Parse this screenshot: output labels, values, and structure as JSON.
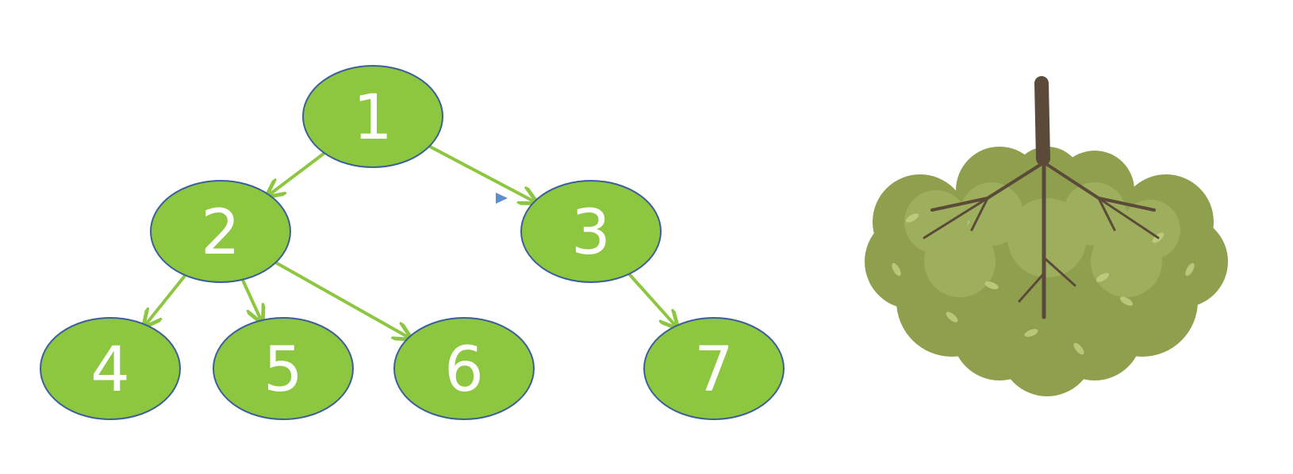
{
  "tree": {
    "nodes": [
      {
        "id": "1",
        "label": "1"
      },
      {
        "id": "2",
        "label": "2"
      },
      {
        "id": "3",
        "label": "3"
      },
      {
        "id": "4",
        "label": "4"
      },
      {
        "id": "5",
        "label": "5"
      },
      {
        "id": "6",
        "label": "6"
      },
      {
        "id": "7",
        "label": "7"
      }
    ],
    "edges": [
      {
        "from": "1",
        "to": "2"
      },
      {
        "from": "1",
        "to": "3"
      },
      {
        "from": "2",
        "to": "4"
      },
      {
        "from": "2",
        "to": "5"
      },
      {
        "from": "2",
        "to": "6"
      },
      {
        "from": "3",
        "to": "7"
      }
    ],
    "colors": {
      "node_fill": "#8dc63f",
      "node_stroke": "#3a5f9a",
      "edge": "#8dc63f",
      "label": "#ffffff"
    }
  },
  "illustration": {
    "name": "upside-down-tree",
    "colors": {
      "canopy": "#8e9f4e",
      "canopy_light": "#a3b463",
      "trunk": "#5b4a3a"
    }
  },
  "marker": {
    "name": "small-pointer",
    "color": "#5b8fd0"
  }
}
